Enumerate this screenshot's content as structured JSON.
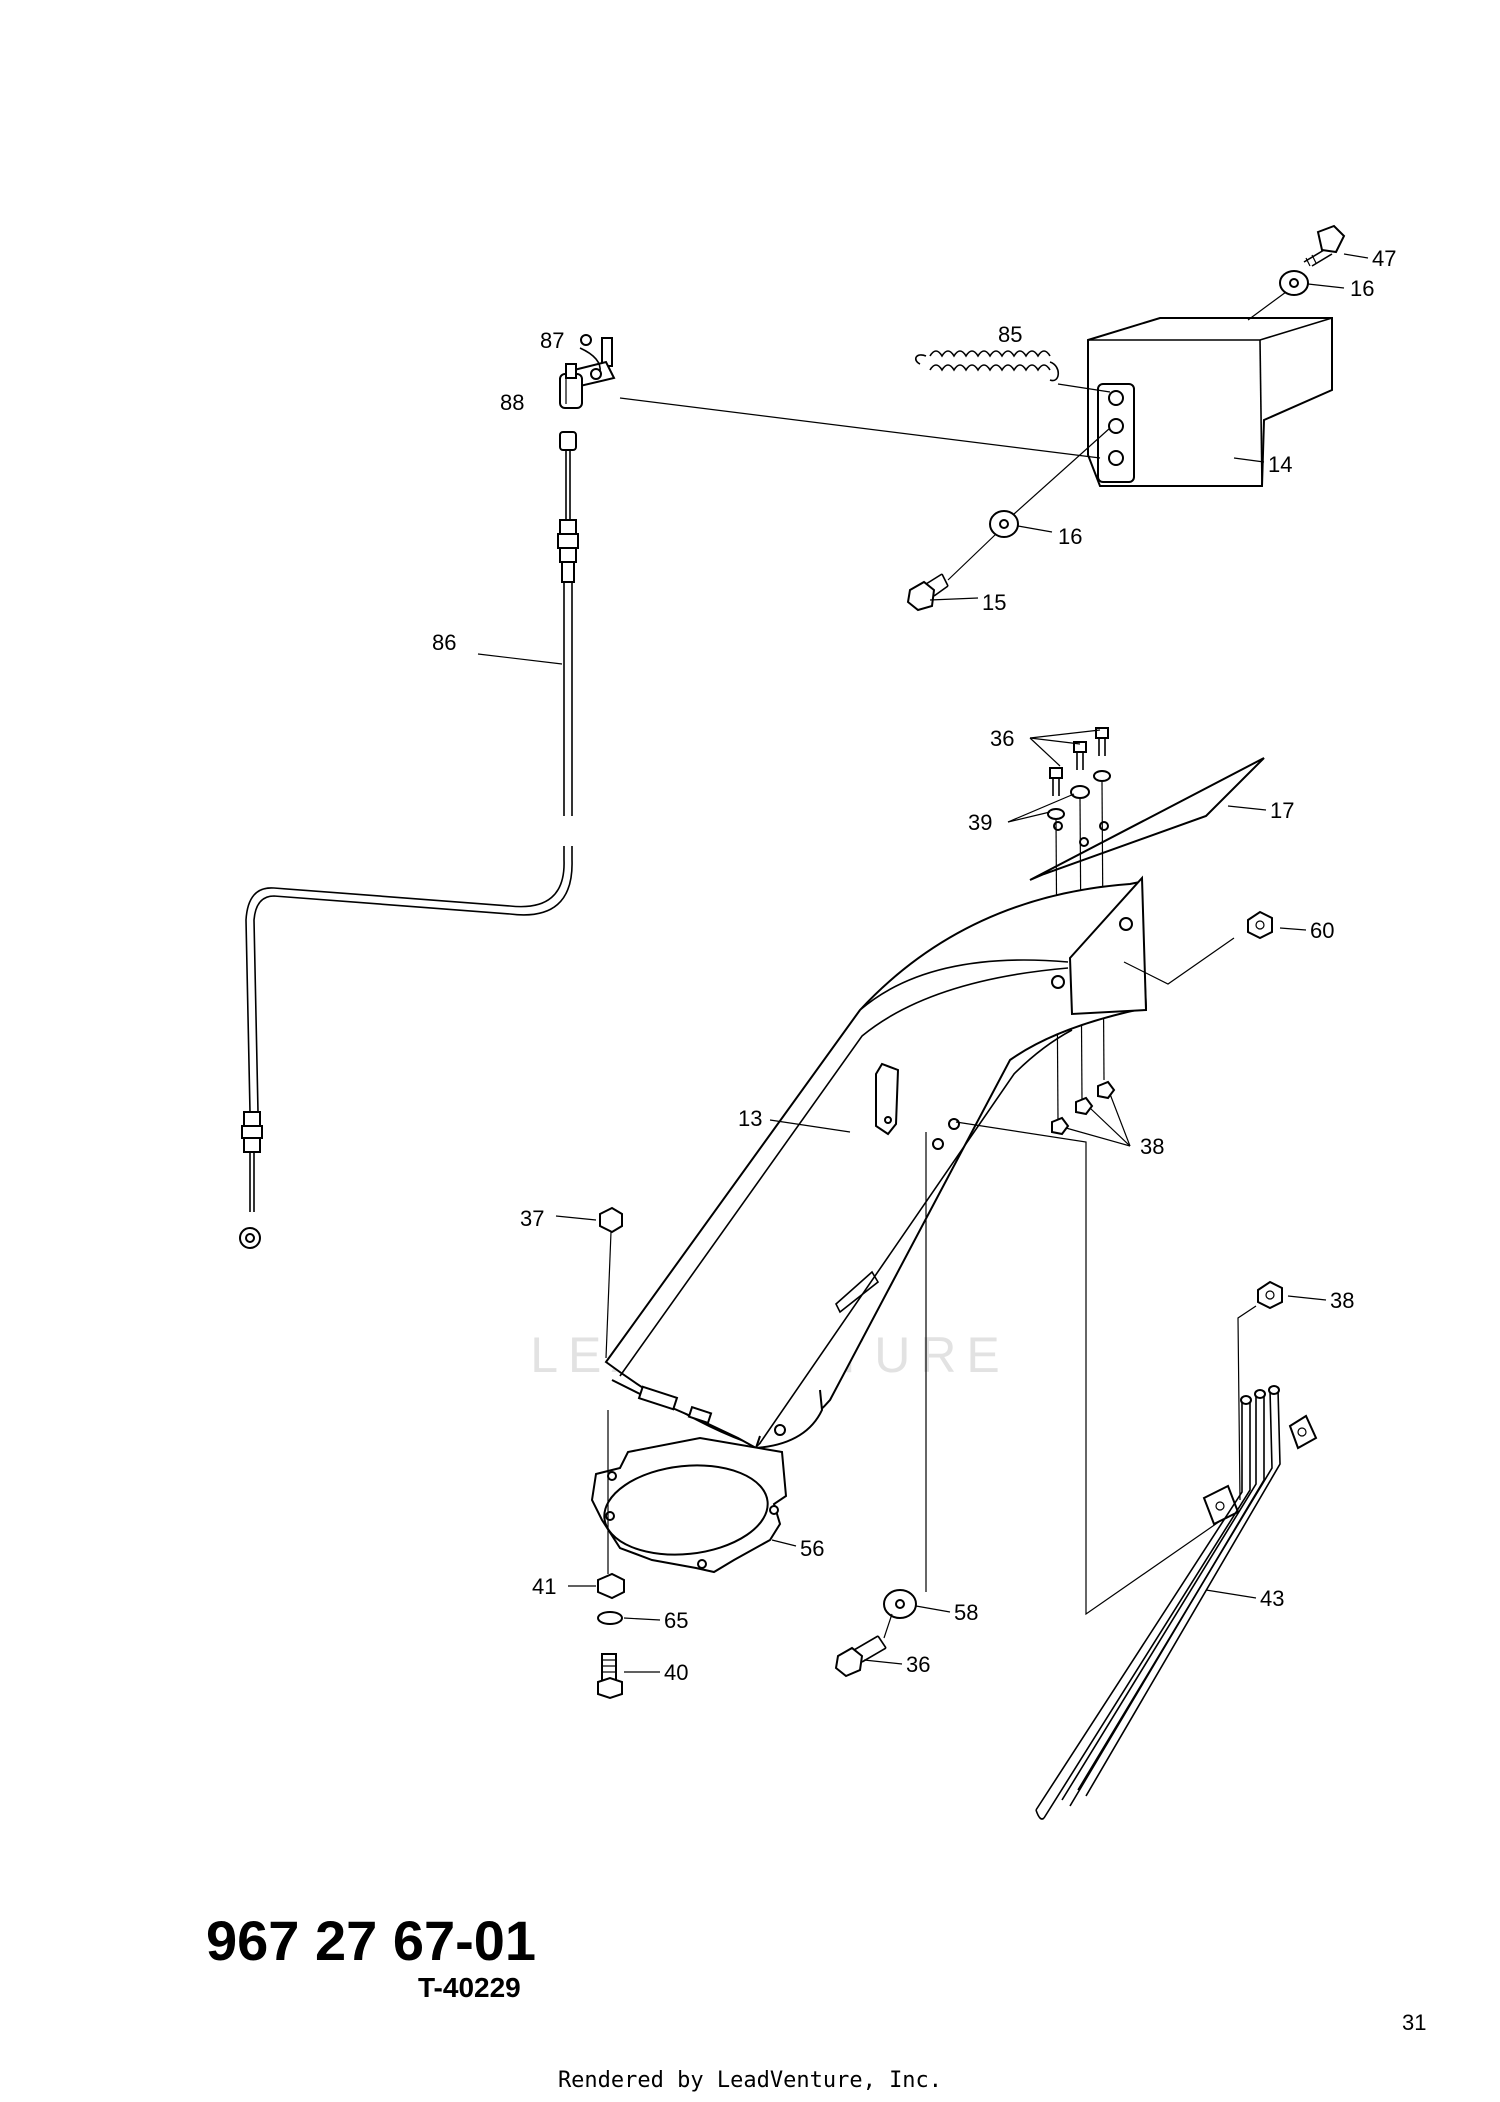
{
  "diagram": {
    "callouts": {
      "c47": "47",
      "c16a": "16",
      "c85": "85",
      "c87": "87",
      "c88": "88",
      "c14": "14",
      "c16b": "16",
      "c15": "15",
      "c86": "86",
      "c36a": "36",
      "c17": "17",
      "c39": "39",
      "c60": "60",
      "c13": "13",
      "c38a": "38",
      "c37": "37",
      "c38b": "38",
      "c56": "56",
      "c41": "41",
      "c65": "65",
      "c40": "40",
      "c58": "58",
      "c36b": "36",
      "c43": "43"
    }
  },
  "watermark": {
    "text": "LEADVENTURE",
    "icon": "leadventure-flame-logo"
  },
  "part_number": "967 27 67-01",
  "drawing_code": "T-40229",
  "page_number": "31",
  "footer": "Rendered by LeadVenture, Inc."
}
